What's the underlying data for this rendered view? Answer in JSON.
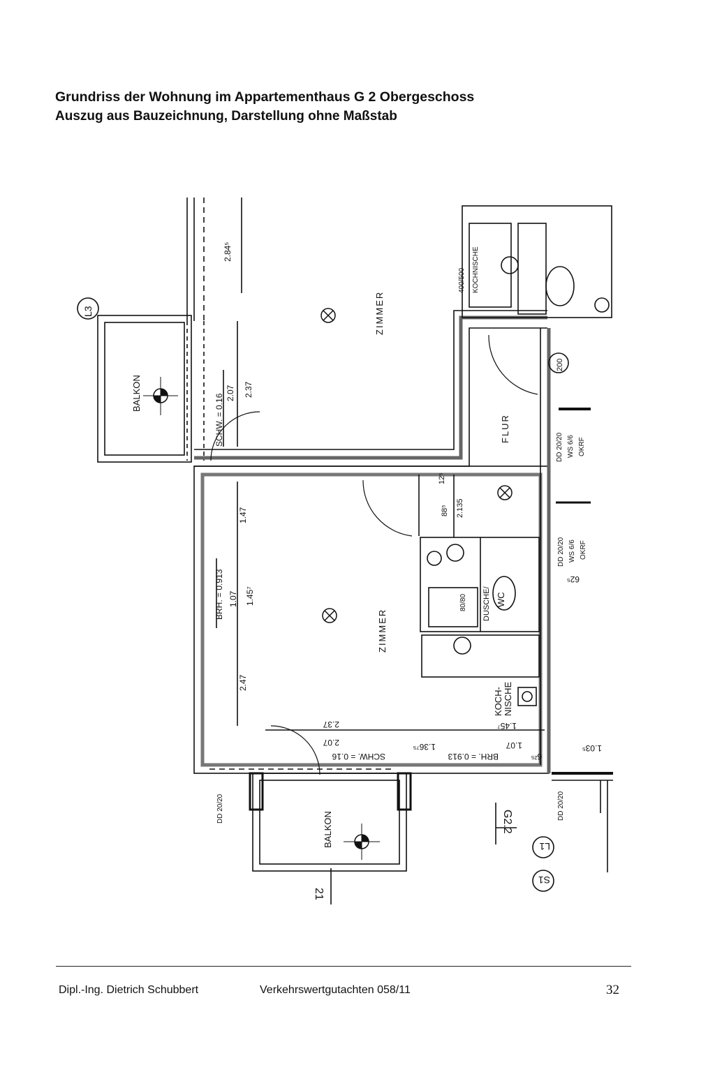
{
  "header": {
    "title": "Grundriss der Wohnung im Appartementhaus G 2 Obergeschoss",
    "subtitle": "Auszug aus Bauzeichnung, Darstellung ohne Maßstab"
  },
  "plan": {
    "rooms": {
      "zimmer_top": "ZIMMER",
      "zimmer_main": "ZIMMER",
      "flur": "FLUR",
      "kochnische": "KOCH-",
      "kochnische_2": "NISCHE",
      "dusche": "DUSCHE/",
      "wc": "WC",
      "balkon_top": "BALKON",
      "balkon_bottom": "BALKON"
    },
    "annotations": {
      "axis_l3": "L3",
      "axis_l1": "L1",
      "axis_s1": "S1",
      "axis_g22": "G2.2",
      "axis_21": "21",
      "dim_284": "2.84⁵",
      "schw_top": "SCHW. = 0.16",
      "dim_207_top": "2.07",
      "dim_237_top": "2.37",
      "dim_147": "1.47",
      "brh_left": "BRH. = 0.913",
      "dim_107_left": "1.07",
      "dim_1457_left": "1.45⁷",
      "dim_247": "2.47",
      "dim_237_bottom": "2.37",
      "dim_207_bottom": "2.07",
      "schw_bottom": "SCHW. = 0.16",
      "dim_13675": "1.36⁷⁵",
      "brh_bottom": "BRH. = 0.913",
      "dim_1457_bottom": "1.45⁷",
      "dim_107_bottom": "1.07",
      "dim_625_bottom": "6²⁵",
      "dim_1035": "1.03⁵",
      "dim_885": "88⁵",
      "dim_2135": "2.135",
      "dim_125": "12⁵",
      "dim_625_right": "62⁵",
      "door_200": "200",
      "dd_top": "DD 20/20",
      "ws_top": "WS 6/6",
      "okrf_top": "OKRF",
      "dd_mid": "DD 20/20",
      "ws_mid": "WS 6/6",
      "okrf_mid": "OKRF",
      "dd_bottom_left": "DD 20/20",
      "dd_bottom_right": "DD 20/20",
      "shower_size": "80/80",
      "kochnische_top": "KOCHNISCHE",
      "size_top": "400/500"
    }
  },
  "footer": {
    "author": "Dipl.-Ing. Dietrich Schubbert",
    "document": "Verkehrswertgutachten 058/11",
    "page": "32"
  }
}
